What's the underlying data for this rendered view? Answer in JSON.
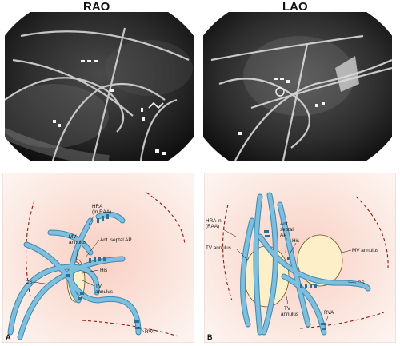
{
  "views": {
    "rao": {
      "title": "RAO",
      "panel_letter": "A",
      "labels": {
        "hra": [
          "HRA",
          "(In RAA)"
        ],
        "mv_annulus": [
          "MV",
          "annulus"
        ],
        "ant_septal_ap": "Ant. septal AP",
        "his": "His",
        "cs": "CS",
        "tv_annulus": [
          "TV",
          "annulus"
        ],
        "rva": "RVA"
      }
    },
    "lao": {
      "title": "LAO",
      "panel_letter": "B",
      "labels": {
        "hra": [
          "HRA in",
          "(RAA)"
        ],
        "ant_septal_ap": [
          "Ant.",
          "septal",
          "AP"
        ],
        "his": "His",
        "mv_annulus": "MV annulus",
        "tv_annulus_left": "TV annulus",
        "cs": "CS",
        "tv_annulus_bottom": [
          "TV",
          "annulus"
        ],
        "rva": "RVA"
      }
    }
  },
  "colors": {
    "catheter": "#7fbfde",
    "catheter_edge": "#3f88b0",
    "electrode": "#2a6f96",
    "panel_bg": "#fae3dc",
    "annulus_fill": "#fdf0c8",
    "border_dash": "#8a1c10",
    "his_red": "#c0392b"
  }
}
